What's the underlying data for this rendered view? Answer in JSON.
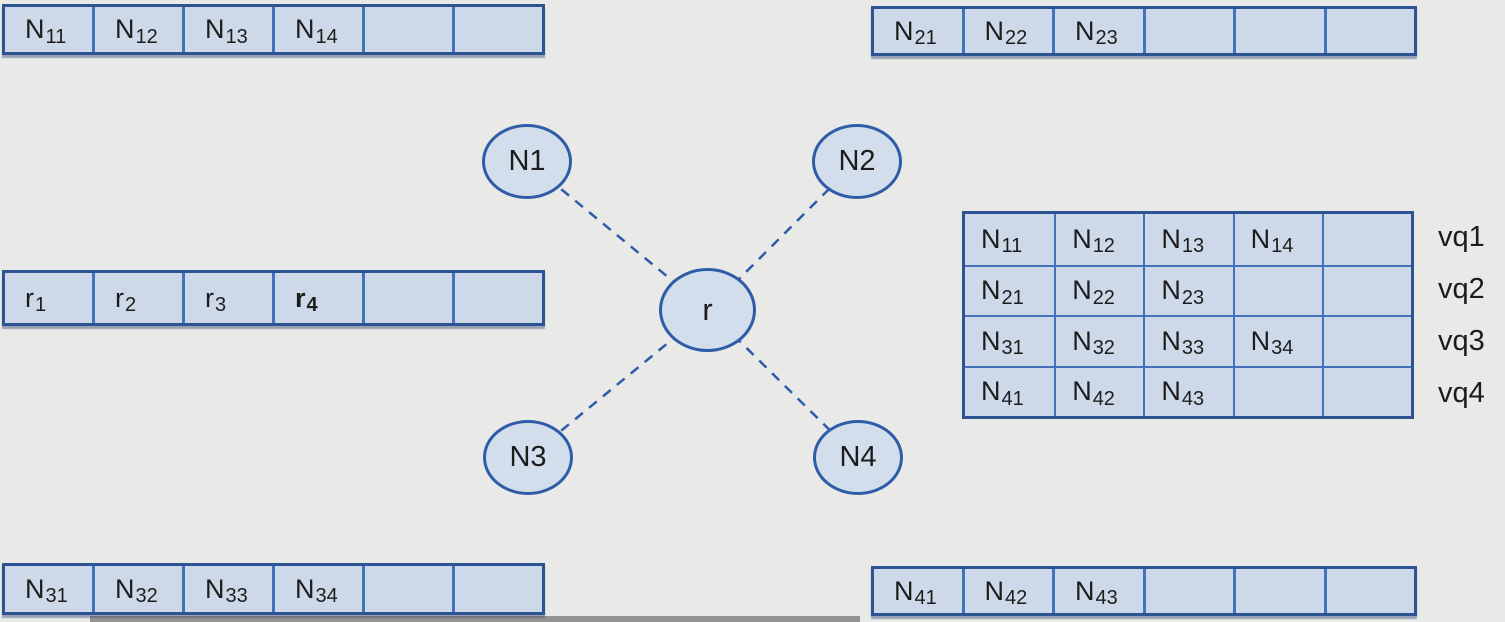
{
  "colors": {
    "background": "#e9e9e7",
    "cell_fill": "#cdd9e8",
    "cell_border": "#4273b8",
    "outer_border": "#2d5492",
    "node_fill": "#d3deec",
    "node_border": "#2e5ca8",
    "edge_line": "#2e5ca8",
    "text": "#1c1c1c"
  },
  "graph": {
    "center_node": {
      "label": "r"
    },
    "nodes": [
      {
        "label": "N1"
      },
      {
        "label": "N2"
      },
      {
        "label": "N3"
      },
      {
        "label": "N4"
      }
    ],
    "edges": [
      {
        "from": "r",
        "to": "N1",
        "style": "dashed"
      },
      {
        "from": "r",
        "to": "N2",
        "style": "dashed"
      },
      {
        "from": "r",
        "to": "N3",
        "style": "dashed"
      },
      {
        "from": "r",
        "to": "N4",
        "style": "dashed"
      }
    ]
  },
  "arrays": {
    "top_left": {
      "cells": [
        {
          "base": "N",
          "sub": "11"
        },
        {
          "base": "N",
          "sub": "12"
        },
        {
          "base": "N",
          "sub": "13"
        },
        {
          "base": "N",
          "sub": "14"
        },
        {
          "base": "",
          "sub": ""
        },
        {
          "base": "",
          "sub": ""
        }
      ]
    },
    "top_right": {
      "cells": [
        {
          "base": "N",
          "sub": "21"
        },
        {
          "base": "N",
          "sub": "22"
        },
        {
          "base": "N",
          "sub": "23"
        },
        {
          "base": "",
          "sub": ""
        },
        {
          "base": "",
          "sub": ""
        },
        {
          "base": "",
          "sub": ""
        }
      ]
    },
    "mid_left": {
      "cells": [
        {
          "base": "r",
          "sub": "1"
        },
        {
          "base": "r",
          "sub": "2"
        },
        {
          "base": "r",
          "sub": "3"
        },
        {
          "base": "r",
          "sub": "4"
        },
        {
          "base": "",
          "sub": ""
        },
        {
          "base": "",
          "sub": ""
        }
      ]
    },
    "bottom_left": {
      "cells": [
        {
          "base": "N",
          "sub": "31"
        },
        {
          "base": "N",
          "sub": "32"
        },
        {
          "base": "N",
          "sub": "33"
        },
        {
          "base": "N",
          "sub": "34"
        },
        {
          "base": "",
          "sub": ""
        },
        {
          "base": "",
          "sub": ""
        }
      ]
    },
    "bottom_right": {
      "cells": [
        {
          "base": "N",
          "sub": "41"
        },
        {
          "base": "N",
          "sub": "42"
        },
        {
          "base": "N",
          "sub": "43"
        },
        {
          "base": "",
          "sub": ""
        },
        {
          "base": "",
          "sub": ""
        },
        {
          "base": "",
          "sub": ""
        }
      ]
    }
  },
  "matrix": {
    "rows": [
      {
        "label": "vq1",
        "cells": [
          {
            "base": "N",
            "sub": "11"
          },
          {
            "base": "N",
            "sub": "12"
          },
          {
            "base": "N",
            "sub": "13"
          },
          {
            "base": "N",
            "sub": "14"
          },
          {
            "base": "",
            "sub": ""
          }
        ]
      },
      {
        "label": "vq2",
        "cells": [
          {
            "base": "N",
            "sub": "21"
          },
          {
            "base": "N",
            "sub": "22"
          },
          {
            "base": "N",
            "sub": "23"
          },
          {
            "base": "",
            "sub": ""
          },
          {
            "base": "",
            "sub": ""
          }
        ]
      },
      {
        "label": "vq3",
        "cells": [
          {
            "base": "N",
            "sub": "31"
          },
          {
            "base": "N",
            "sub": "32"
          },
          {
            "base": "N",
            "sub": "33"
          },
          {
            "base": "N",
            "sub": "34"
          },
          {
            "base": "",
            "sub": ""
          }
        ]
      },
      {
        "label": "vq4",
        "cells": [
          {
            "base": "N",
            "sub": "41"
          },
          {
            "base": "N",
            "sub": "42"
          },
          {
            "base": "N",
            "sub": "43"
          },
          {
            "base": "",
            "sub": ""
          },
          {
            "base": "",
            "sub": ""
          }
        ]
      }
    ]
  }
}
